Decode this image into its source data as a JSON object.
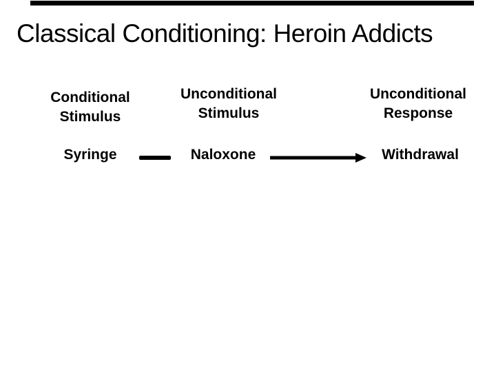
{
  "slide": {
    "title": "Classical Conditioning: Heroin Addicts",
    "columns": [
      {
        "header_line1": "Conditional",
        "header_line2": "Stimulus",
        "item": "Syringe"
      },
      {
        "header_line1": "Unconditional",
        "header_line2": "Stimulus",
        "item": "Naloxone"
      },
      {
        "header_line1": "Unconditional",
        "header_line2": "Response",
        "item": "Withdrawal"
      }
    ],
    "connectors": [
      {
        "from": "Syringe",
        "to": "Naloxone",
        "style": "line"
      },
      {
        "from": "Naloxone",
        "to": "Withdrawal",
        "style": "arrow"
      }
    ],
    "colors": {
      "background": "#ffffff",
      "text": "#000000",
      "bar": "#000000"
    }
  }
}
